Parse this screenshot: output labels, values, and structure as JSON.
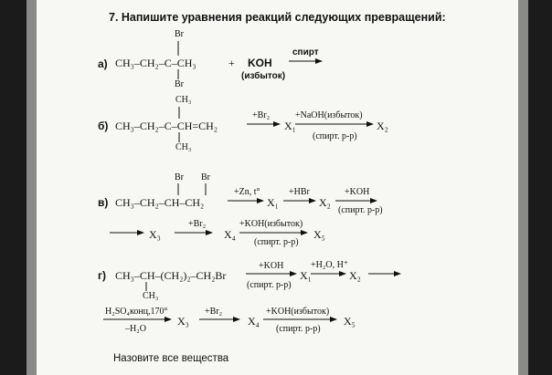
{
  "heading": "7. Напишите уравнения реакций следующих превращений:",
  "footer": "Назовите все вещества",
  "a": {
    "label": "а)",
    "chain": "CH₃–CH₂–C–CH₃",
    "br_top": "Br",
    "br_bottom": "Br",
    "plus": "+",
    "koh": "KOH",
    "koh_note": "(избыток)",
    "arrow_top": "спирт"
  },
  "b": {
    "label": "б)",
    "chain": "CH₃–CH₂–C–CH=CH₂",
    "ch3_top": "CH₃",
    "ch3_bottom": "CH₃",
    "arrow1_top": "+Br₂",
    "x1": "X₁",
    "arrow2_top": "+NaOH(избыток)",
    "arrow2_bottom": "(спирт. р-р)",
    "x2": "X₂"
  },
  "c": {
    "label": "в)",
    "chain": "CH₃–CH₂–CH–CH₂",
    "br1": "Br",
    "br2": "Br",
    "arrow1_top": "+Zn, t°",
    "x1": "X₁",
    "arrow2_top": "+HBr",
    "x2": "X₂",
    "arrow3_top": "+KOH",
    "arrow3_bottom": "(спирт. р-р)",
    "x3": "X₃",
    "arrow4_top": "+Br₂",
    "x4": "X₄",
    "arrow5_top": "+KOH(избыток)",
    "arrow5_bottom": "(спирт. р-р)",
    "x5": "X₅"
  },
  "d": {
    "label": "г)",
    "chain": "CH₃–CH–(CH₂)₂–CH₂Br",
    "ch3_bottom": "CH₃",
    "arrow1_top": "+KOH",
    "arrow1_bottom": "(спирт. р-р)",
    "x1": "X₁",
    "arrow2_top": "+H₂O, H⁺",
    "x2": "X₂",
    "arrow3_top": "H₂SO₄конц,170°",
    "arrow3_bottom": "–H₂O",
    "x3": "X₃",
    "arrow4_top": "+Br₂",
    "x4": "X₄",
    "arrow5_top": "+KOH(избыток)",
    "arrow5_bottom": "(спирт. р-р)",
    "x5": "X₅"
  }
}
